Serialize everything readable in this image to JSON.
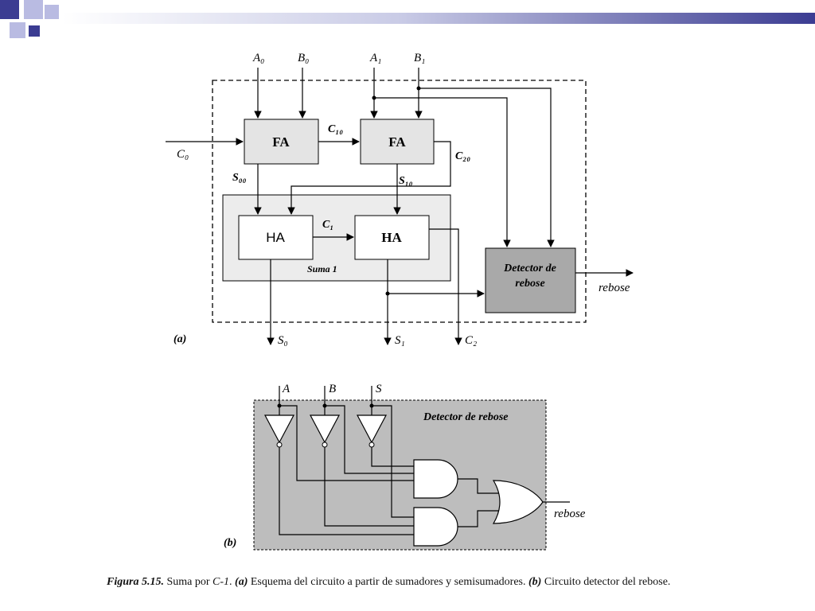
{
  "colors": {
    "deco_dark": "#3b3c92",
    "deco_light": "#b9bbe2",
    "header_stripe_end": "#3b3c92",
    "detector_fill": "#a9a9a9",
    "panel_b_fill": "#bdbdbd",
    "suma_fill": "#ececec",
    "block_fill": "#e4e4e4"
  },
  "diagram_a": {
    "panel_label": "(a)",
    "inputs": {
      "a0": "A₀",
      "b0": "B₀",
      "a1": "A₁",
      "b1": "B₁",
      "c0": "C₀"
    },
    "blocks": {
      "fa0": "FA",
      "fa1": "FA",
      "ha0": "HA",
      "ha1": "HA",
      "detector_line1": "Detector de",
      "detector_line2": "rebose"
    },
    "signals": {
      "c10": "C₁₀",
      "c20": "C₂₀",
      "s00": "S₀₀",
      "s10": "S₁₀",
      "c1": "C₁",
      "suma_label": "Suma 1"
    },
    "outputs": {
      "s0": "S₀",
      "s1": "S₁",
      "c2": "C₂",
      "rebose": "rebose"
    }
  },
  "diagram_b": {
    "panel_label": "(b)",
    "title": "Detector de rebose",
    "inputs": {
      "a": "A",
      "b": "B",
      "s": "S"
    },
    "output": "rebose"
  },
  "caption": {
    "label": "Figura 5.15.",
    "text1": " Suma por ",
    "c1": "C-1",
    "text2": ". ",
    "a_marker": "(a)",
    "text3": " Esquema del circuito a partir de sumadores y semisumadores. ",
    "b_marker": "(b)",
    "text4": " Circuito detector del rebose."
  }
}
